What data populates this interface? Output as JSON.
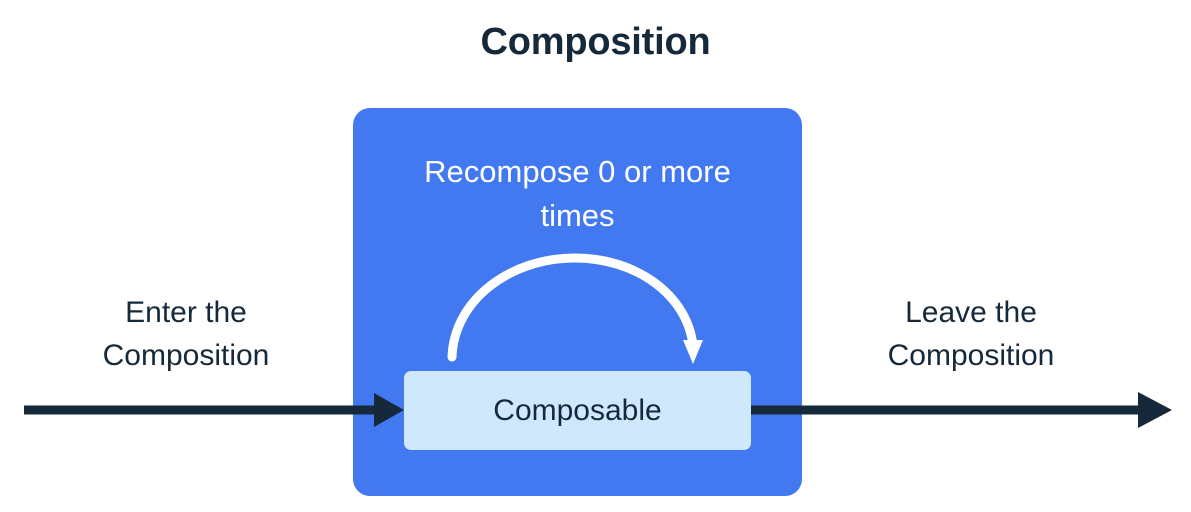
{
  "title": "Composition",
  "colors": {
    "background": "#ffffff",
    "composition_fill": "#4278f0",
    "composable_fill": "#d0e8fc",
    "text_dark": "#16293a",
    "text_light": "#ffffff",
    "arrow_dark": "#16293a",
    "loop_arrow": "#ffffff"
  },
  "diagram": {
    "composition": {
      "recompose_label": "Recompose 0 or more times",
      "composable_label": "Composable",
      "loop_arrow_icon": "curved-loop-arrow-icon"
    },
    "enter": {
      "label_line1": "Enter the",
      "label_line2": "Composition",
      "arrow_icon": "arrow-right-icon"
    },
    "leave": {
      "label_line1": "Leave the",
      "label_line2": "Composition",
      "arrow_icon": "arrow-right-icon"
    }
  }
}
